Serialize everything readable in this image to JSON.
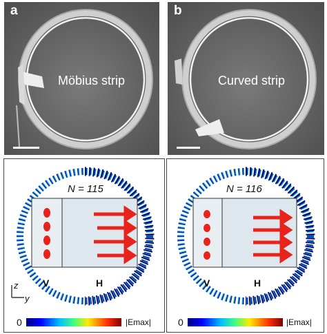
{
  "panel_a": {
    "label": "a",
    "text": "Möbius strip"
  },
  "panel_b": {
    "label": "b",
    "text": "Curved strip"
  },
  "panel_c": {
    "n_label": "N = 115",
    "v_label": "V",
    "h_label": "H"
  },
  "panel_d": {
    "n_label": "N = 116",
    "v_label": "V",
    "h_label": "H"
  },
  "axes": {
    "z": "z",
    "y": "y"
  },
  "colorbar": {
    "zero": "0",
    "label": "|Emax|"
  },
  "colors": {
    "sem_bg": "#6c6c6c",
    "mode_dark": "#0a1a8c",
    "mode_bright": "#12b4d4",
    "arrow": "#e8231c"
  }
}
